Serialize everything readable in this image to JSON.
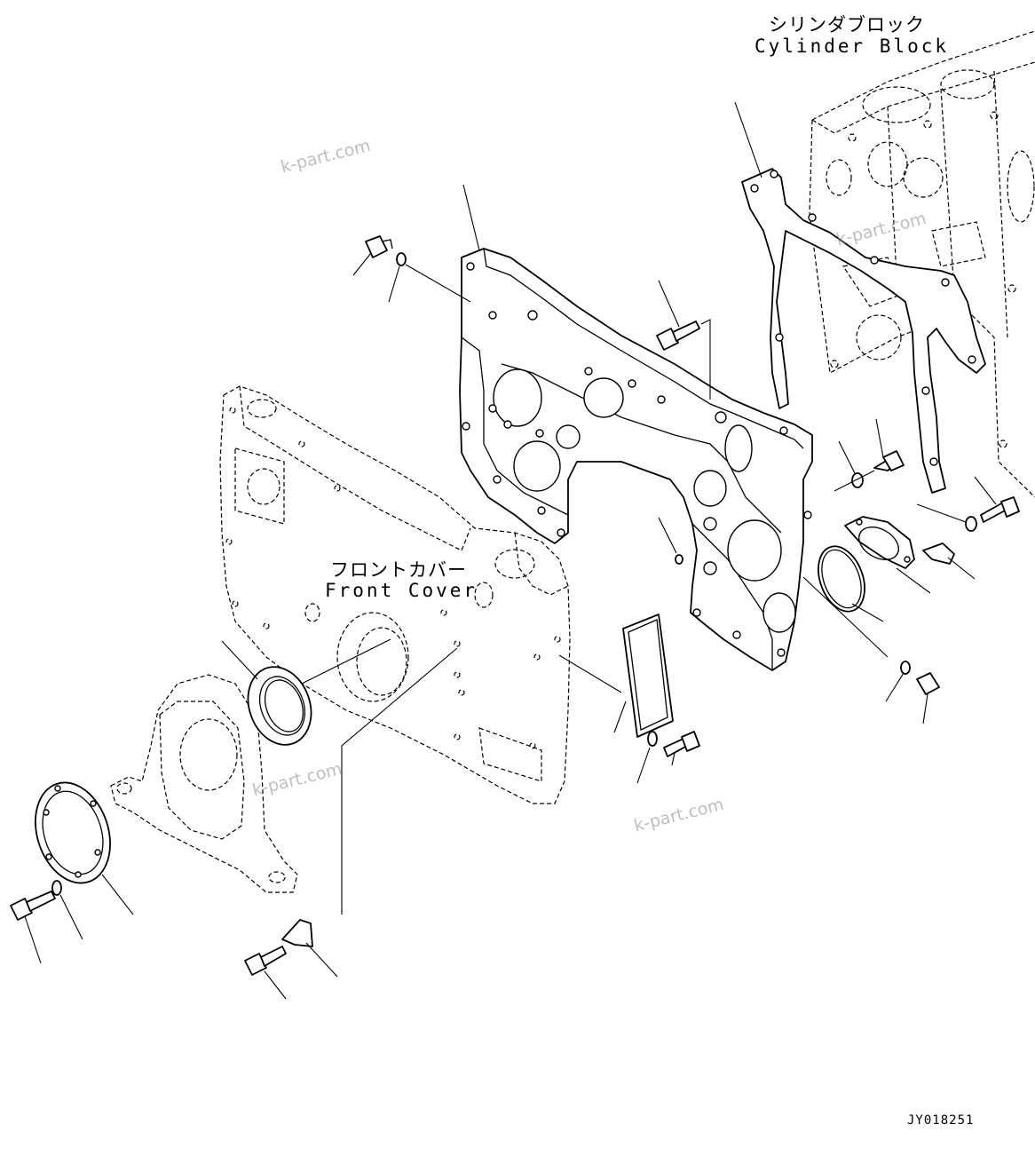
{
  "labels": {
    "cylinder_block_jp": "シリンダブロック",
    "cylinder_block_en": "Cylinder Block",
    "front_cover_jp": "フロントカバー",
    "front_cover_en": "Front Cover"
  },
  "watermark": "k-part.com",
  "figure_code": "JY018251"
}
